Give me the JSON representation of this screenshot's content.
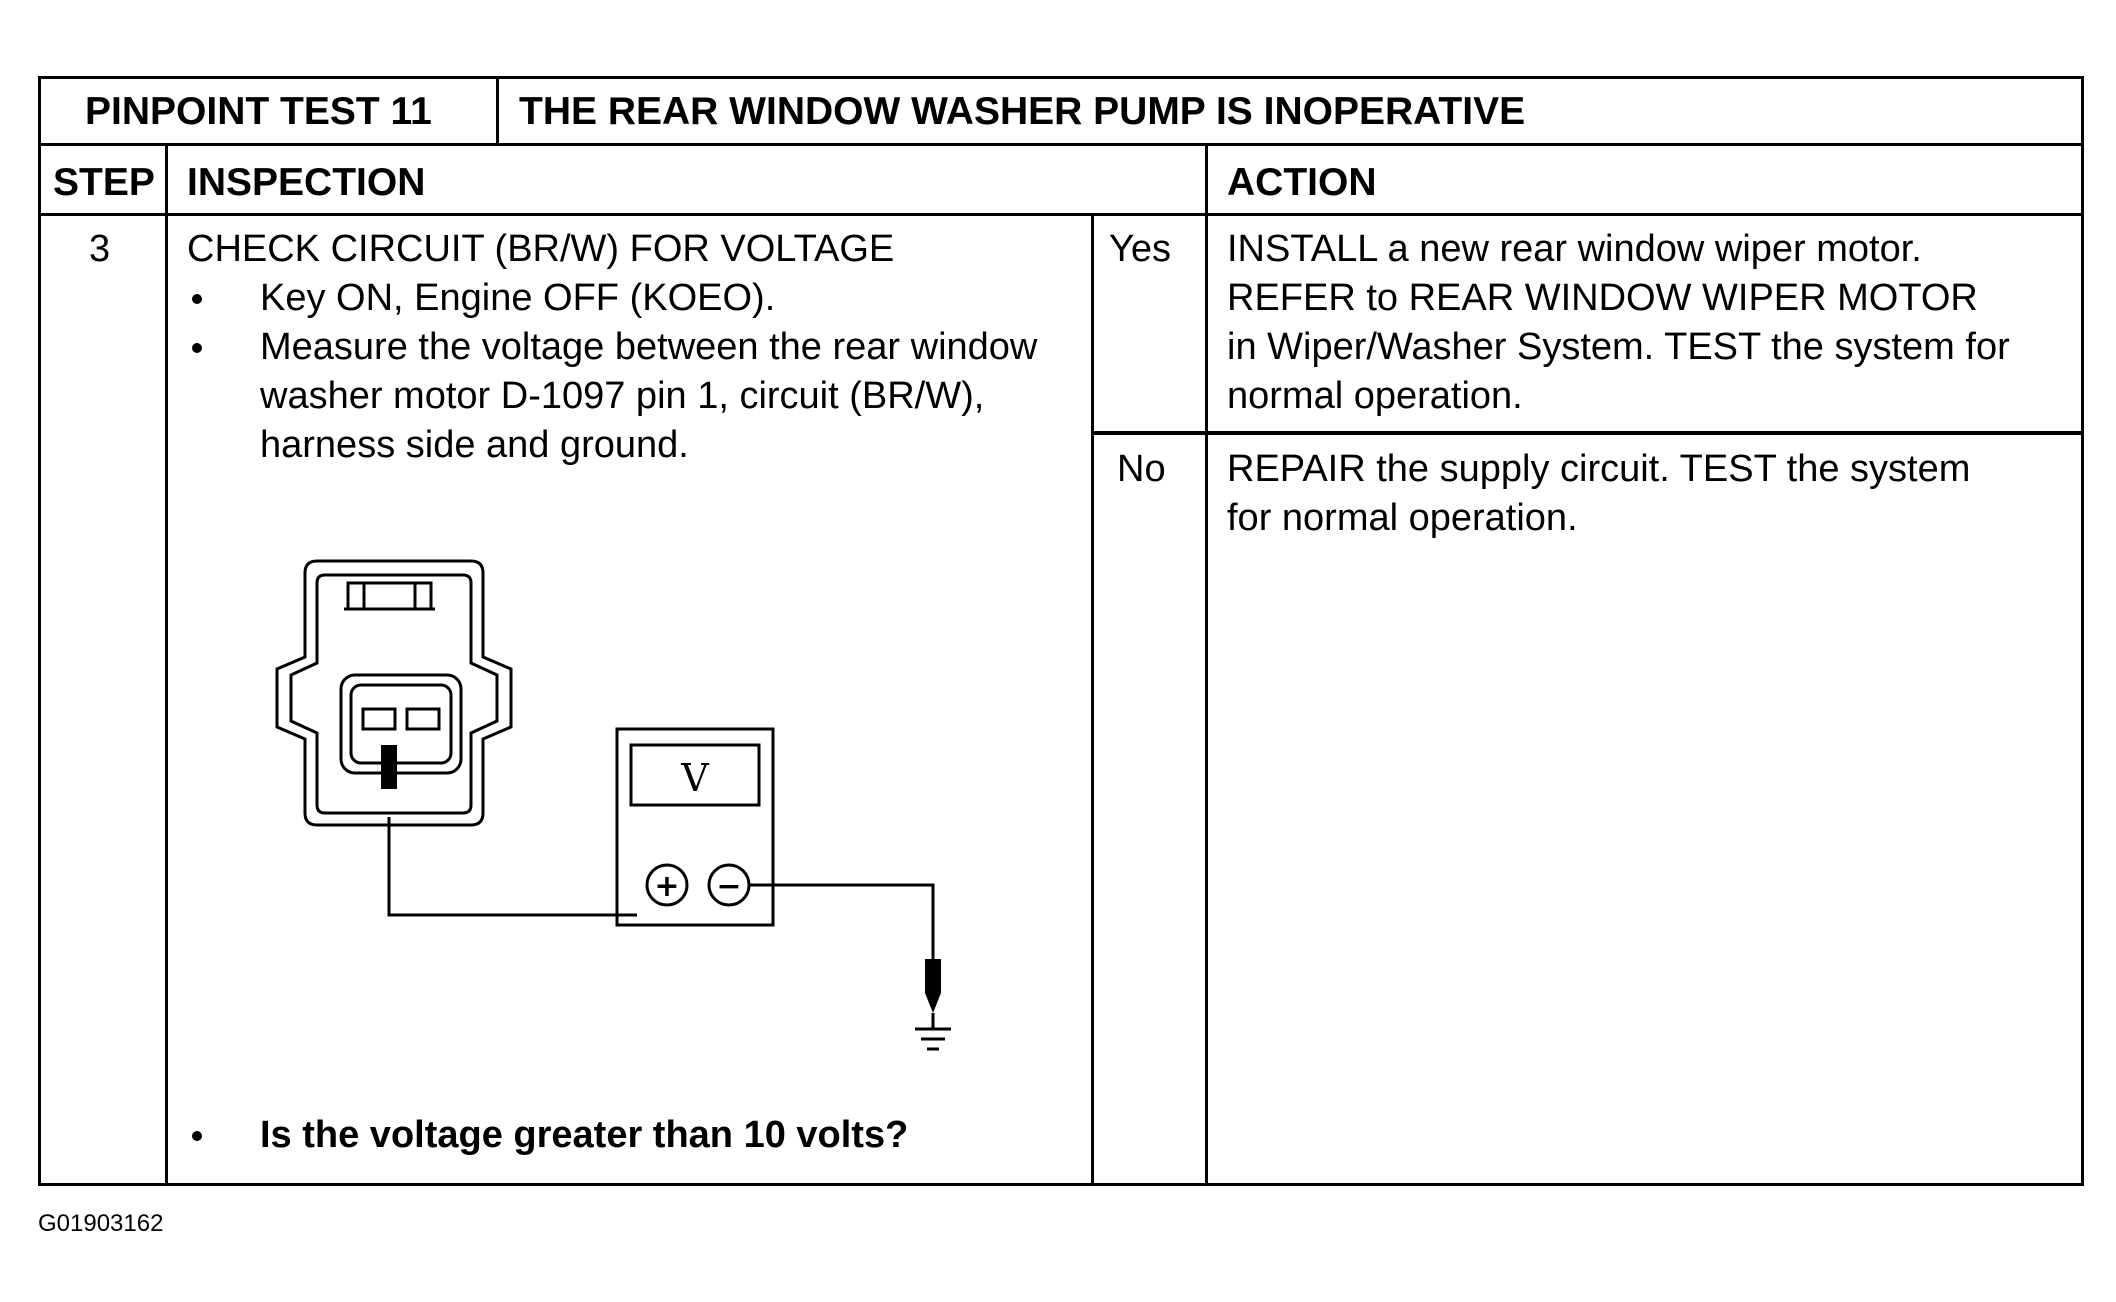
{
  "header": {
    "test_label": "PINPOINT TEST 11",
    "test_title": "THE REAR WINDOW WASHER PUMP IS INOPERATIVE"
  },
  "columns": {
    "step": "STEP",
    "inspection": "INSPECTION",
    "action": "ACTION"
  },
  "row": {
    "step_number": "3",
    "inspection_title": "CHECK CIRCUIT (BR/W) FOR VOLTAGE",
    "bullets": [
      "Key ON, Engine OFF (KOEO).",
      "Measure the voltage between the rear window",
      "washer motor D-1097 pin 1, circuit (BR/W),",
      "harness side and ground."
    ],
    "question": "Is the voltage greater than 10 volts?",
    "meter_symbol": "V",
    "meter_plus": "+",
    "meter_minus": "−",
    "answers": [
      {
        "label": "Yes",
        "lines": [
          "INSTALL a new rear window wiper motor.",
          "REFER to REAR WINDOW WIPER MOTOR",
          "in Wiper/Washer System. TEST the system for",
          "normal operation."
        ]
      },
      {
        "label": "No",
        "lines": [
          "REPAIR the supply circuit. TEST the system",
          "for normal operation."
        ]
      }
    ]
  },
  "figure_code": "G01903162"
}
